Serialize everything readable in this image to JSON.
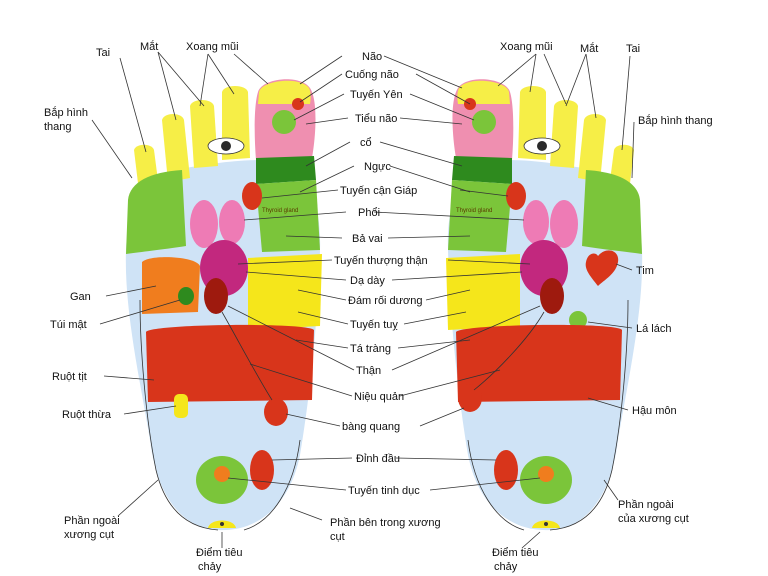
{
  "colors": {
    "outline": "#c81e1e",
    "toe_yellow": "#f6ee47",
    "toe_pink": "#ef8fb0",
    "green": "#7bc53a",
    "dark_green": "#2e8a1e",
    "yellow": "#f5e61b",
    "orange": "#f07d1e",
    "red": "#d8351b",
    "pink": "#ee7bb5",
    "magenta": "#c2287e",
    "blue": "#cfe3f6",
    "dark_red": "#9e1a0e",
    "leader": "#333333"
  },
  "center_labels": [
    "Não",
    "Cuống não",
    "Tuyến Yên",
    "Tiểu não",
    "cổ",
    "Ngực",
    "Tuyến cận Giáp",
    "Phổi",
    "Bả vai",
    "Tuyến thượng thận",
    "Dạ dày",
    "Đám rối dương",
    "Tuyến tuỵ",
    "Tá tràng",
    "Thận",
    "Niệu quản",
    "bàng quang",
    "Đỉnh đầu",
    "Tuyến tinh dục",
    "Phần bên trong xương",
    "cụt"
  ],
  "left_labels": {
    "tai": "Tai",
    "mat": "Mắt",
    "xoang_mui": "Xoang mũi",
    "bap_hinh_thang_1": "Bắp hình",
    "bap_hinh_thang_2": "thang",
    "gan": "Gan",
    "tui_mat": "Túi mật",
    "ruot_tit": "Ruột tịt",
    "ruot_thua": "Ruột thừa",
    "phan_ngoai_1": "Phần ngoài",
    "phan_ngoai_2": "xương cụt",
    "diem_tieu_1": "Điểm tiêu",
    "diem_tieu_2": "chảy"
  },
  "right_labels": {
    "xoang_mui": "Xoang mũi",
    "mat": "Mắt",
    "tai": "Tai",
    "bap_hinh_thang": "Bắp hình thang",
    "tim": "Tim",
    "la_lach": "Lá lách",
    "hau_mon": "Hậu môn",
    "phan_ngoai_1": "Phần ngoài",
    "phan_ngoai_2": "của xương cụt",
    "diem_tieu_1": "Điểm tiêu",
    "diem_tieu_2": "chảy"
  },
  "inline_labels": {
    "thyroid": "Thyroid gland"
  }
}
